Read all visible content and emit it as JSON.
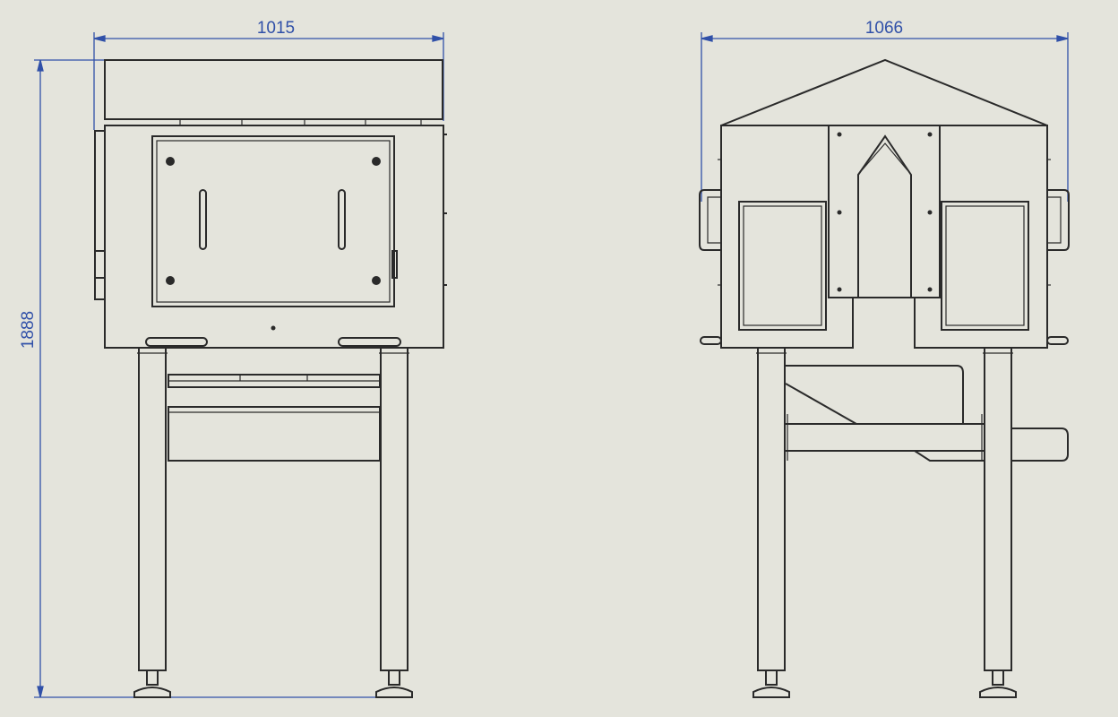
{
  "dimensions": {
    "front_width": "1015",
    "side_width": "1066",
    "height": "1888"
  },
  "colors": {
    "background": "#e4e4dc",
    "line": "#2a2a2a",
    "dimension": "#3050a8"
  }
}
